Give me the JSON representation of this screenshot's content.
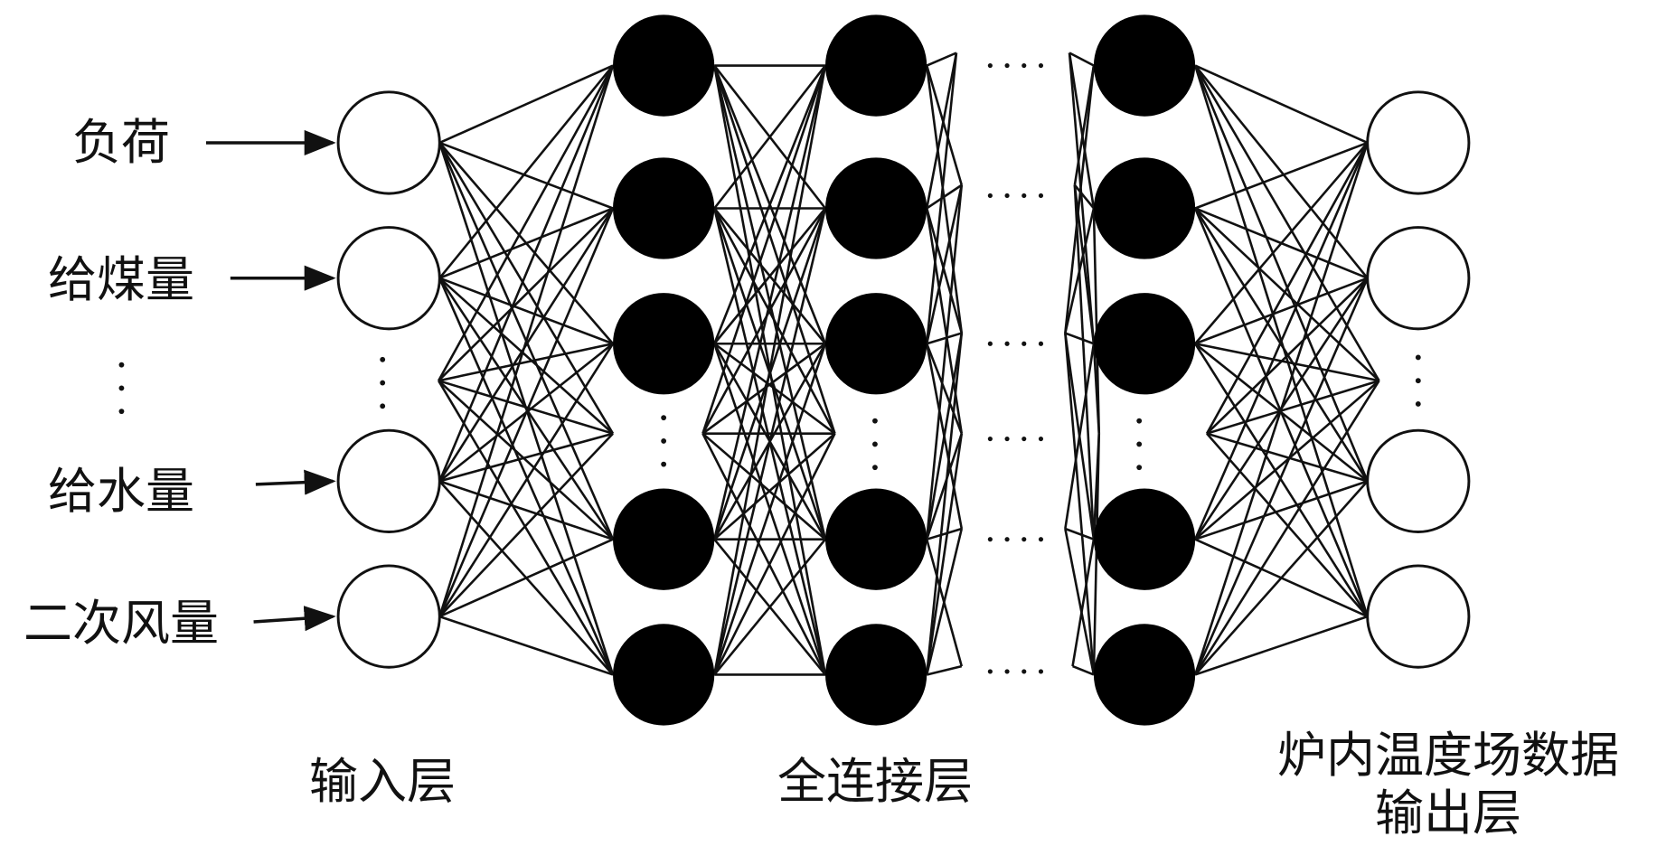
{
  "inputs": [
    "负荷",
    "给煤量",
    "给水量",
    "二次风量"
  ],
  "ellipsis_vertical": "⋮",
  "ellipsis_horizontal": "···",
  "layer_labels": {
    "input": "输入层",
    "hidden": "全连接层",
    "output_line1": "炉内温度场数据",
    "output_line2": "输出层"
  },
  "colors": {
    "line": "#111111",
    "hidden_node": "#000000",
    "io_node": "#ffffff"
  }
}
